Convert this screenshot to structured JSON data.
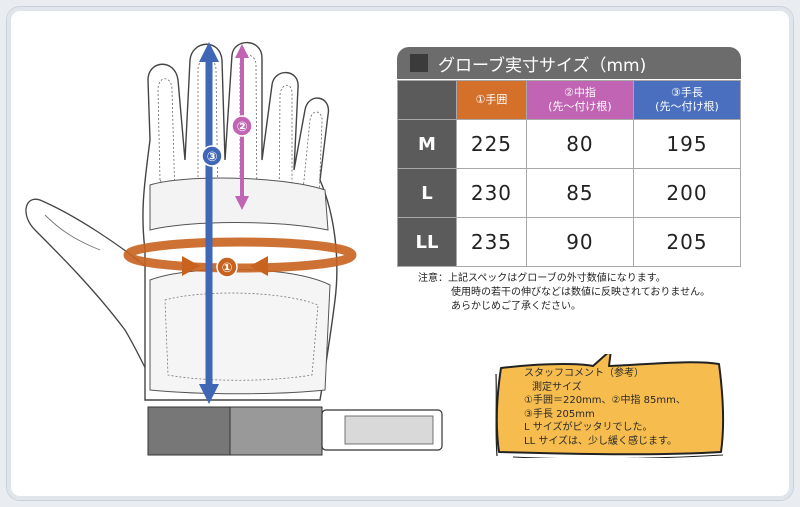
{
  "table": {
    "title": "グローブ実寸サイズ（mm)",
    "headers": [
      {
        "line1": "①手囲",
        "line2": ""
      },
      {
        "line1": "②中指",
        "line2": "(先～付け根)"
      },
      {
        "line1": "③手長",
        "line2": "(先～付け根)"
      }
    ],
    "rows": [
      {
        "size": "M",
        "values": [
          "225",
          "80",
          "195"
        ]
      },
      {
        "size": "L",
        "values": [
          "230",
          "85",
          "200"
        ]
      },
      {
        "size": "LL",
        "values": [
          "235",
          "90",
          "205"
        ]
      }
    ]
  },
  "note": {
    "lines": [
      "注意：上記スペックはグローブの外寸数値になります。",
      "使用時の若干の伸びなどは数値に反映されておりません。",
      "あらかじめご了承ください。"
    ]
  },
  "staff_comment": {
    "lines": [
      "スタッフコメント（参考）",
      "測定サイズ",
      "①手囲＝220mm、②中指 85mm、",
      "③手長 205mm",
      "L サイズがピッタリでした。",
      "LL サイズは、少し緩く感じます。"
    ]
  },
  "diagram": {
    "markers": [
      "①",
      "②",
      "③"
    ],
    "colors": {
      "girth": "#c8621f",
      "finger": "#c064b3",
      "length": "#3f67b5"
    }
  }
}
